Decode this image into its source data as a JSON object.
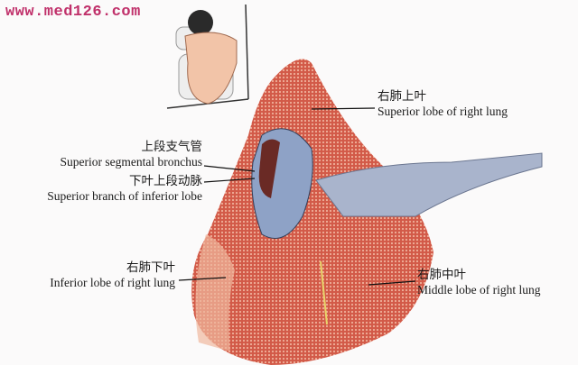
{
  "watermark": "www.med126.com",
  "labels": {
    "superior_lobe": {
      "zh": "右肺上叶",
      "en": "Superior lobe of right lung"
    },
    "segmental_bronchus": {
      "zh": "上段支气管",
      "en": "Superior segmental bronchus"
    },
    "inferior_branch": {
      "zh": "下叶上段动脉",
      "en": "Superior branch of inferior lobe"
    },
    "inferior_lobe": {
      "zh": "右肺下叶",
      "en": "Inferior lobe of right lung"
    },
    "middle_lobe": {
      "zh": "右肺中叶",
      "en": "Middle lobe of right lung"
    }
  },
  "colors": {
    "lung": "#c9443a",
    "lung_light": "#e8907a",
    "vessel": "#7f93b5",
    "label": "#1a1a1a",
    "watermark": "#c0306a"
  }
}
